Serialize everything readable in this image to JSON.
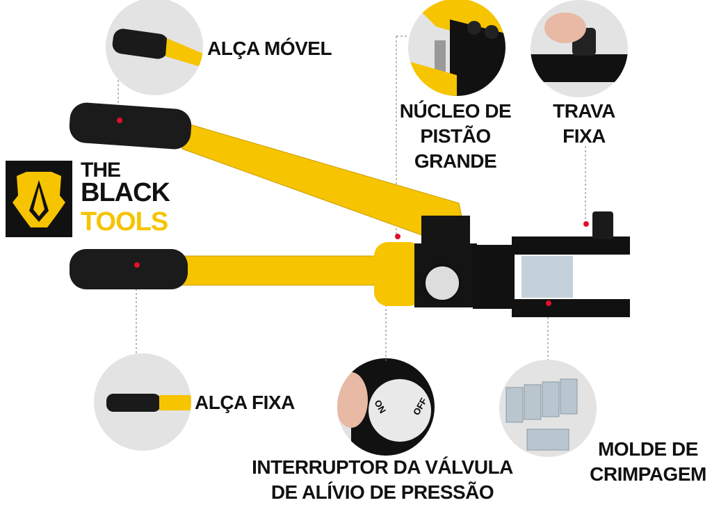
{
  "brand": {
    "logo_text": [
      "THE",
      "BLACK",
      "TOOLS"
    ],
    "colors": {
      "yellow": "#f6c400",
      "black": "#111111",
      "red_marker": "#e0102a"
    }
  },
  "labels": {
    "movable_handle": "ALÇA MÓVEL",
    "piston_core": [
      "NÚCLEO DE",
      "PISTÃO",
      "GRANDE"
    ],
    "fixed_lock": [
      "TRAVA",
      "FIXA"
    ],
    "fixed_handle": "ALÇA FIXA",
    "relief_valve": [
      "INTERRUPTOR DA VÁLVULA",
      "DE ALÍVIO DE PRESSÃO"
    ],
    "crimp_die": [
      "MOLDE DE",
      "CRIMPAGEM"
    ]
  },
  "valve_dial": {
    "on": "ON",
    "off": "OFF"
  }
}
